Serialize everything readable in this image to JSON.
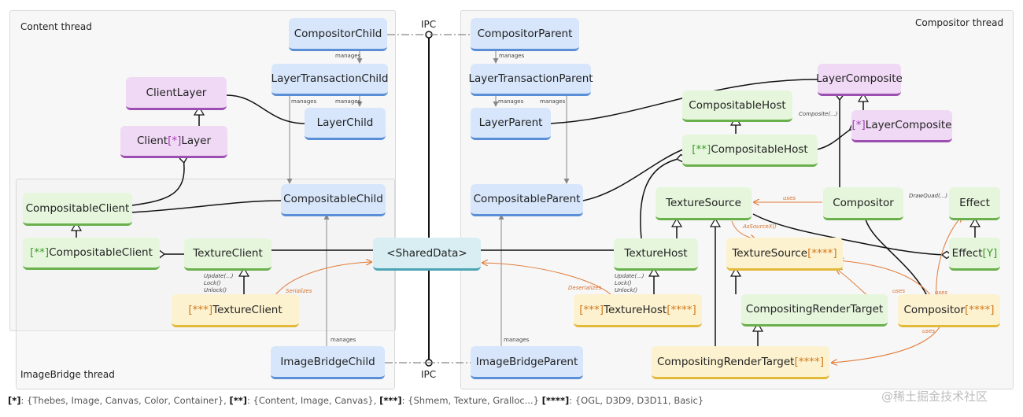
{
  "regions": {
    "content_thread": "Content thread",
    "compositor_thread": "Compositor thread",
    "imagebridge_thread": "ImageBridge thread"
  },
  "ipc_label": "IPC",
  "boxes": {
    "compositor_child": "CompositorChild",
    "compositor_parent": "CompositorParent",
    "layer_transaction_child": "LayerTransactionChild",
    "layer_transaction_parent": "LayerTransactionParent",
    "client_layer": "ClientLayer",
    "layer_child": "LayerChild",
    "layer_parent": "LayerParent",
    "layer_composite": "LayerComposite",
    "client_layer_star": {
      "pre": "Client",
      "tag": "[*]",
      "post": "Layer"
    },
    "compositable_host": "CompositableHost",
    "star_layer_composite": {
      "tag": "[*]",
      "post": "LayerComposite"
    },
    "dstar_compositable_host": {
      "tag": "[**]",
      "post": "CompositableHost"
    },
    "compositable_client": "CompositableClient",
    "compositable_child": "CompositableChild",
    "compositable_parent": "CompositableParent",
    "texture_source": "TextureSource",
    "compositor": "Compositor",
    "effect": "Effect",
    "dstar_compositable_client": {
      "tag": "[**]",
      "post": "CompositableClient"
    },
    "texture_client": "TextureClient",
    "shared_data": "<SharedData>",
    "texture_host": "TextureHost",
    "texture_source_4": {
      "pre": "TextureSource",
      "tag": "[****]"
    },
    "effect_y": {
      "pre": "Effect",
      "tag": "[Y]"
    },
    "tstar_texture_client": {
      "tag": "[***]",
      "post": "TextureClient"
    },
    "tstar_texture_host": {
      "tag": "[***]",
      "mid": "TextureHost",
      "tag2": "[****]"
    },
    "compositing_render_target": "CompositingRenderTarget",
    "compositor_4": {
      "pre": "Compositor",
      "tag": "[****]"
    },
    "compositing_render_target_4": {
      "pre": "CompositingRenderTarget",
      "tag": "[****]"
    },
    "imagebridge_child": "ImageBridgeChild",
    "imagebridge_parent": "ImageBridgeParent"
  },
  "annotations": {
    "manages": "manages",
    "uses": "uses",
    "serializes": "Serializes",
    "deserializes": "Deserializes",
    "as_source_x": "AsSourceX()",
    "composite": "Composite(...)",
    "draw_quad": "DrawQuad(...)",
    "update": "Update(...)",
    "lock": "Lock()",
    "unlock": "Unlock()"
  },
  "footnote": [
    {
      "key": "[*]",
      "val": ": {Thebes, Image, Canvas, Color, Container}, "
    },
    {
      "key": "[**]",
      "val": ": {Content, Image, Canvas}, "
    },
    {
      "key": "[***]",
      "val": ": {Shmem, Texture, Gralloc...} "
    },
    {
      "key": "[****]",
      "val": ": {OGL, D3D9, D3D11, Basic}"
    }
  ],
  "watermark": "@稀土掘金技术社区",
  "colors": {
    "blue": "#5a8ed6",
    "purple": "#9c4fb0",
    "green": "#6ab04c",
    "yellow": "#e3b93a",
    "teal": "#4ea4b4",
    "uses_arrow": "#e07b39"
  }
}
